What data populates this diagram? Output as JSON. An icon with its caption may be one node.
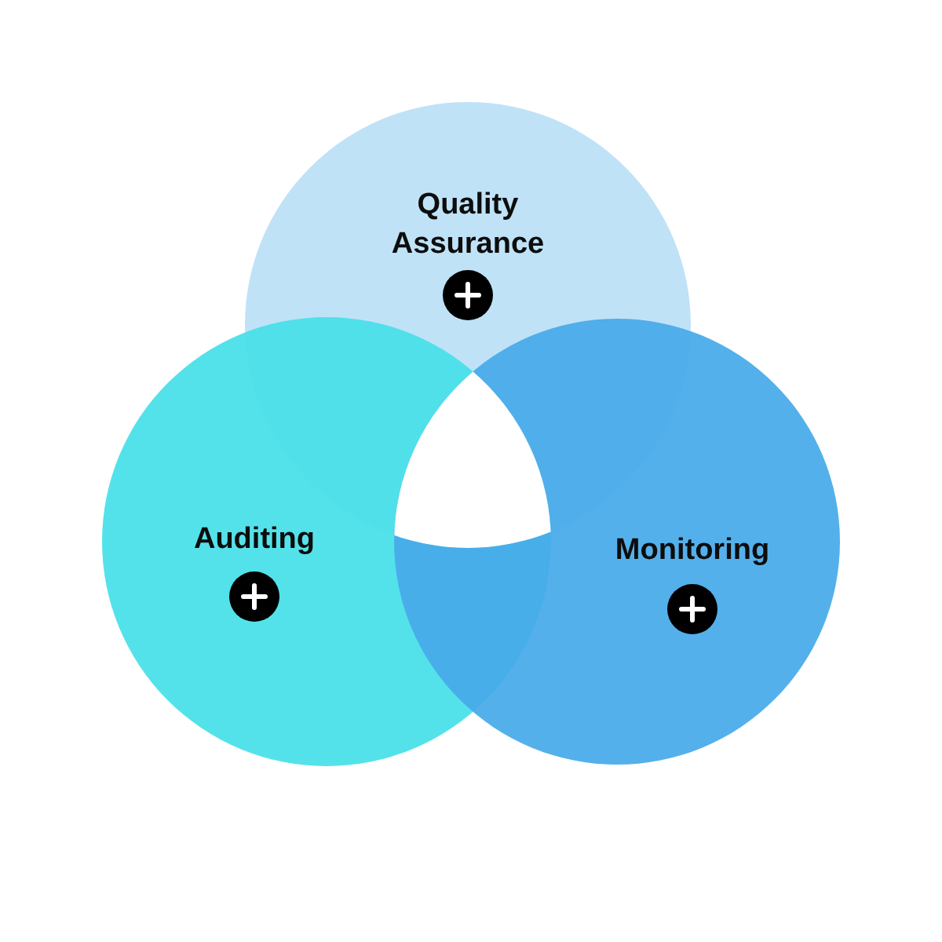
{
  "diagram": {
    "nodes": [
      {
        "text": [
          "Quality Assurance"
        ]
      },
      {
        "text": [
          "Auditing"
        ]
      },
      {
        "text": [
          "Monitoring"
        ]
      }
    ]
  }
}
